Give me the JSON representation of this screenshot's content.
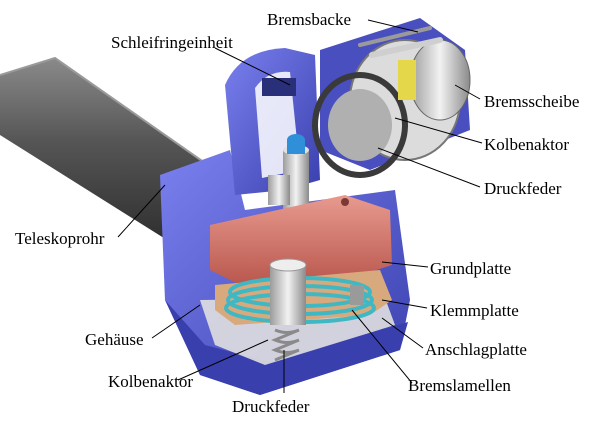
{
  "labels": {
    "bremsbacke": "Bremsbacke",
    "schleifringeinheit": "Schleifringeinheit",
    "bremsscheibe": "Bremsscheibe",
    "kolbenaktor_top": "Kolbenaktor",
    "druckfeder_top": "Druckfeder",
    "teleskoprohr": "Teleskoprohr",
    "grundplatte": "Grundplatte",
    "klemmplatte": "Klemmplatte",
    "gehaeuse": "Gehäuse",
    "anschlagplatte": "Anschlagplatte",
    "kolbenaktor_bottom": "Kolbenaktor",
    "bremslamellen": "Bremslamellen",
    "druckfeder_bottom": "Druckfeder"
  },
  "colors": {
    "housing": "#5a5fd6",
    "housing_dark": "#33389a",
    "tube": "#5c5c5c",
    "base_plate": "#d97a70",
    "stop_plate": "#d9a97e",
    "lamellae": "#3fb8c4",
    "metal": "#c8c8c8",
    "connector_blue": "#2f8fd8"
  }
}
